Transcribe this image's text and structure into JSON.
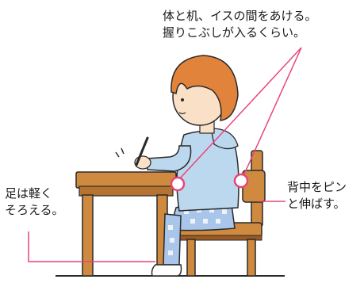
{
  "annotations": {
    "top": {
      "line1": "体と机、イスの間をあける。",
      "line2": "握りこぶしが入るくらい。"
    },
    "back": {
      "line1": "背中をピン",
      "line2": "と伸ばす。"
    },
    "feet": {
      "line1": "足は軽く",
      "line2": "そろえる。"
    }
  },
  "colors": {
    "callout": "#e8447c",
    "wood": "#cf8a3f",
    "wood_dark": "#9a5a22",
    "hair": "#e2833c",
    "skin": "#fbe0c8",
    "hoodie": "#bcd8ef",
    "pants": "#a9c6ea",
    "outline": "#2a2a2a"
  }
}
